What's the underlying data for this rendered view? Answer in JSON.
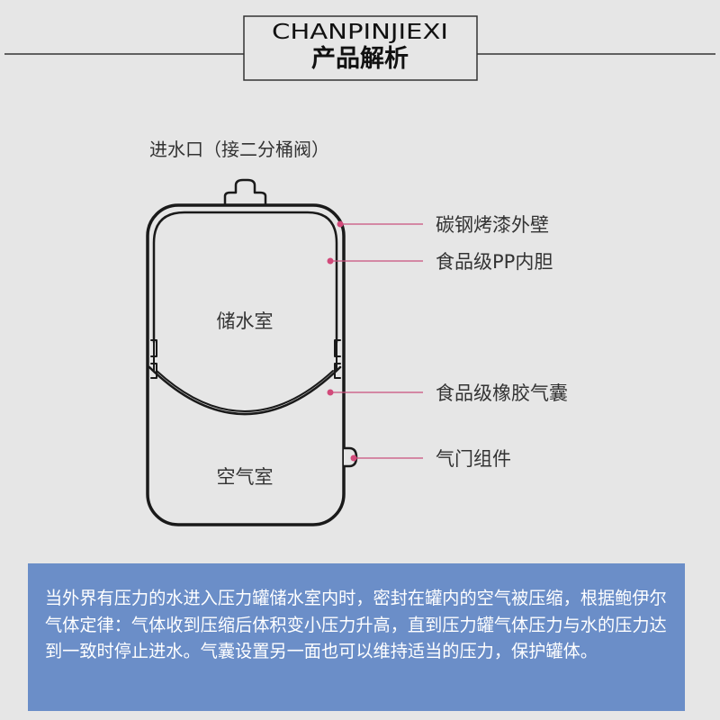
{
  "header": {
    "pinyin": "CHANPINJIEXI",
    "title": "产品解析"
  },
  "diagram": {
    "inlet_label": "进水口（接二分桶阀）",
    "chamber_labels": {
      "water_chamber": "储水室",
      "air_chamber": "空气室"
    },
    "callouts": [
      "碳钢烤漆外壁",
      "食品级PP内胆",
      "食品级橡胶气囊",
      "气门组件"
    ],
    "colors": {
      "callout_dot": "#d24a7a",
      "callout_line": "#c94f7c",
      "tank_outline": "#1a1a1a"
    }
  },
  "info": {
    "text": "当外界有压力的水进入压力罐储水室内时，密封在罐内的空气被压缩，根据鲍伊尔气体定律：气体收到压缩后体积变小压力升高，直到压力罐气体压力与水的压力达到一致时停止进水。气囊设置另一面也可以维持适当的压力，保护罐体。",
    "background_color": "#6b8ec8"
  }
}
